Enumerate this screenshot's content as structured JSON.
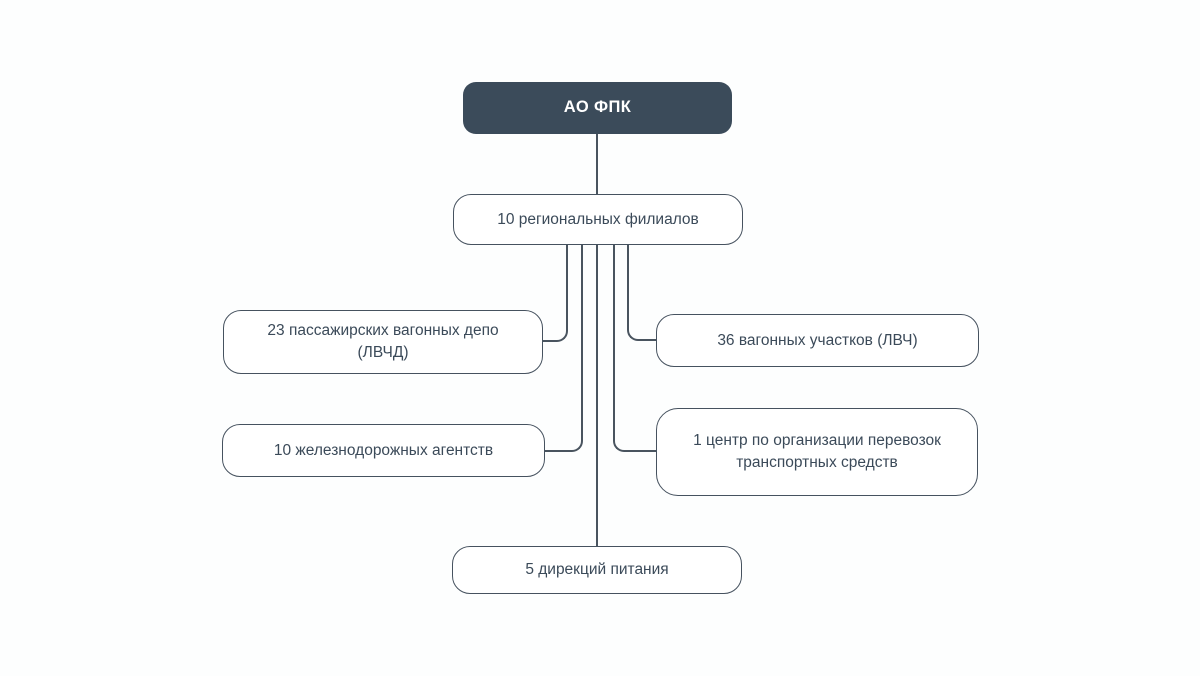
{
  "diagram": {
    "type": "org-chart",
    "title": "АО ФПК",
    "colors": {
      "root_node_bg": "#3b4b5a",
      "root_node_text": "#ffffff",
      "child_node_bg": "#ffffff",
      "child_node_border": "#46525f",
      "child_node_text": "#3b4a59",
      "connector_line": "#49545f",
      "background": "#ffffff"
    },
    "nodes": {
      "root": {
        "label": "АО ФПК"
      },
      "regional": {
        "label": "10 региональных филиалов"
      },
      "depots": {
        "label": "23 пассажирских вагонных депо (ЛВЧД)"
      },
      "sections": {
        "label": "36 вагонных участков (ЛВЧ)"
      },
      "agencies": {
        "label": "10 железнодорожных агентств"
      },
      "center": {
        "label": "1 центр по организации перевозок транспортных средств"
      },
      "catering": {
        "label": "5 дирекций питания"
      }
    },
    "edges": [
      {
        "from": "root",
        "to": "regional"
      },
      {
        "from": "regional",
        "to": "depots"
      },
      {
        "from": "regional",
        "to": "sections"
      },
      {
        "from": "regional",
        "to": "agencies"
      },
      {
        "from": "regional",
        "to": "center"
      },
      {
        "from": "regional",
        "to": "catering"
      }
    ]
  }
}
